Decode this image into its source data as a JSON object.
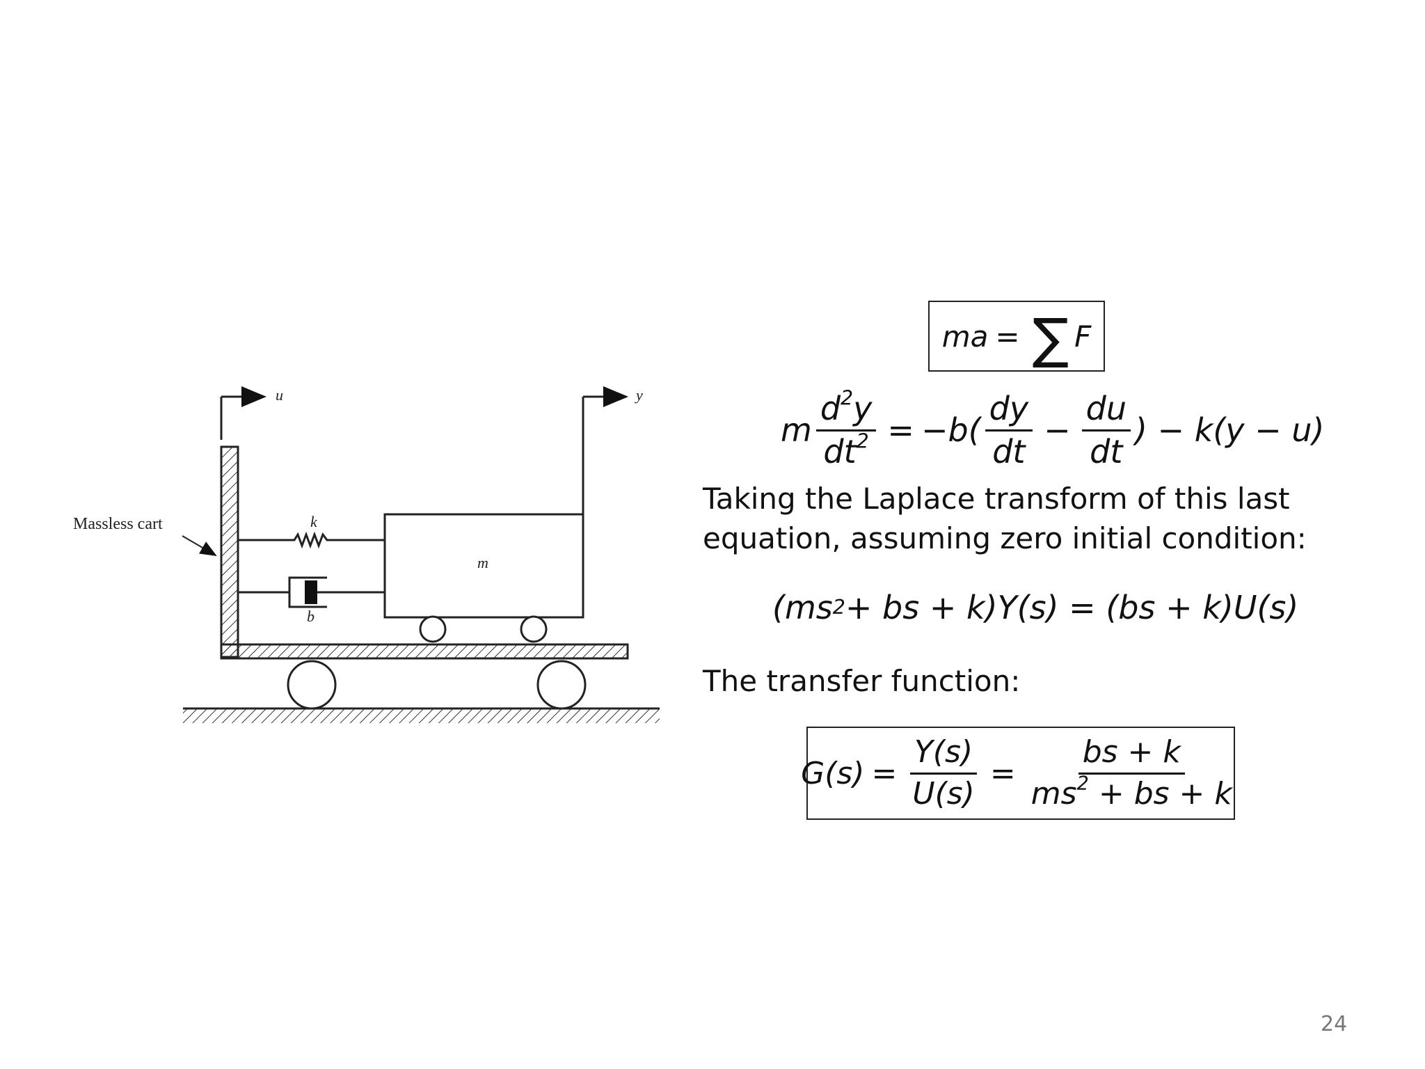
{
  "diagram": {
    "labels": {
      "input": "u",
      "output": "y",
      "cart": "Massless cart",
      "spring": "k",
      "damper": "b",
      "mass": "m"
    }
  },
  "equations": {
    "newton": {
      "lhs": "ma",
      "eq": "=",
      "sum": "∑",
      "rhs": "F"
    },
    "ode": {
      "m": "m",
      "d2y": "d",
      "d2y_sup": "2",
      "d2y_var": "y",
      "dt2": "dt",
      "dt2_sup": "2",
      "eq": "=",
      "neg_b": "−b(",
      "dy": "dy",
      "dt_a": "dt",
      "minus": "−",
      "du": "du",
      "dt_b": "dt",
      "tail": ") − k(y − u)"
    },
    "laplace_text_1": "Taking the Laplace transform of this last",
    "laplace_text_2": "equation, assuming zero initial condition:",
    "laplace": {
      "lhs_a": "(ms",
      "lhs_sup": "2",
      "lhs_b": " + bs + k)Y(s) = (bs + k)U(s)"
    },
    "tf_text": "The transfer function:",
    "tf": {
      "g": "G(s)",
      "eq1": "=",
      "num1": "Y(s)",
      "den1": "U(s)",
      "eq2": "=",
      "num2": "bs + k",
      "den2_a": "ms",
      "den2_sup": "2",
      "den2_b": " + bs + k"
    }
  },
  "page_number": "24"
}
